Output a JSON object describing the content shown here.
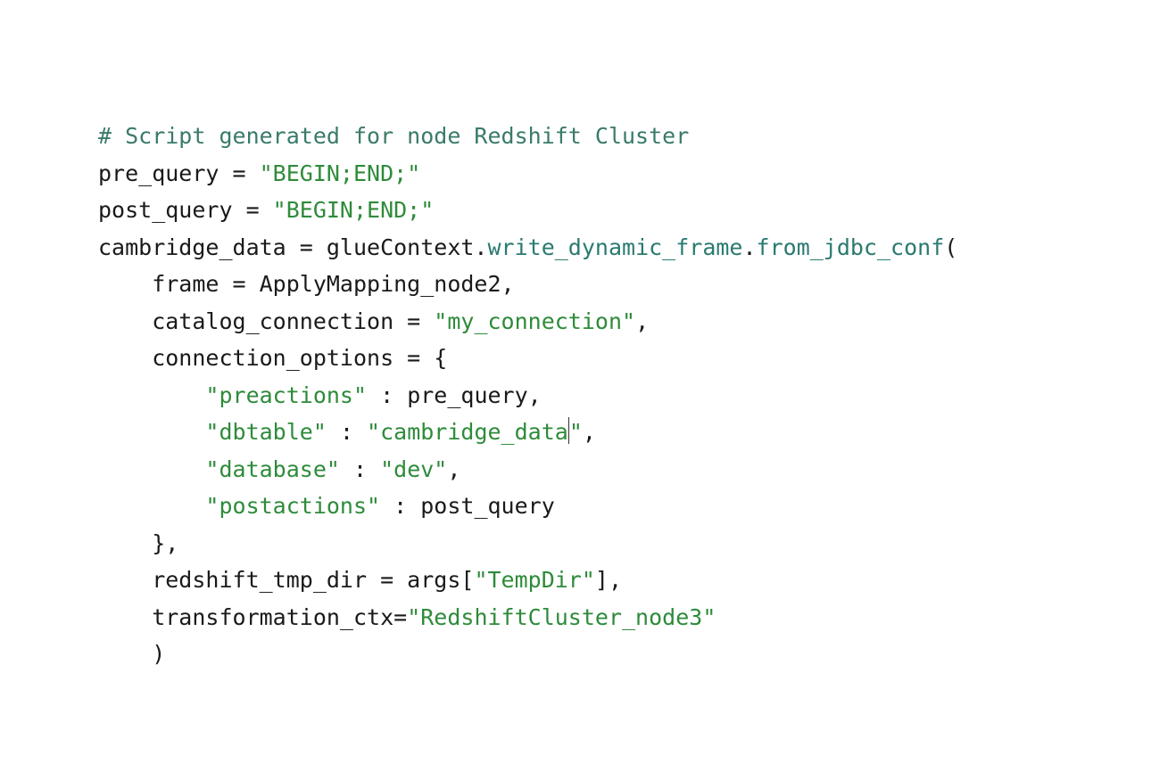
{
  "colors": {
    "comment": "#3a7a6a",
    "string": "#2e8b3a",
    "method": "#2a7a70",
    "text": "#1a1a1a"
  },
  "lines": [
    [
      {
        "t": "comment",
        "v": "# Script generated for node Redshift Cluster"
      }
    ],
    [
      {
        "t": "plain",
        "v": "pre_query = "
      },
      {
        "t": "string",
        "v": "\"BEGIN;END;\""
      }
    ],
    [
      {
        "t": "plain",
        "v": "post_query = "
      },
      {
        "t": "string",
        "v": "\"BEGIN;END;\""
      }
    ],
    [
      {
        "t": "plain",
        "v": "cambridge_data = glueContext."
      },
      {
        "t": "method",
        "v": "write_dynamic_frame"
      },
      {
        "t": "plain",
        "v": "."
      },
      {
        "t": "method",
        "v": "from_jdbc_conf"
      },
      {
        "t": "plain",
        "v": "("
      }
    ],
    [
      {
        "t": "plain",
        "v": "    frame = ApplyMapping_node2,"
      }
    ],
    [
      {
        "t": "plain",
        "v": "    catalog_connection = "
      },
      {
        "t": "string",
        "v": "\"my_connection\""
      },
      {
        "t": "plain",
        "v": ","
      }
    ],
    [
      {
        "t": "plain",
        "v": "    connection_options = {"
      }
    ],
    [
      {
        "t": "plain",
        "v": "        "
      },
      {
        "t": "string",
        "v": "\"preactions\""
      },
      {
        "t": "plain",
        "v": " : pre_query,"
      }
    ],
    [
      {
        "t": "plain",
        "v": "        "
      },
      {
        "t": "string",
        "v": "\"dbtable\""
      },
      {
        "t": "plain",
        "v": " : "
      },
      {
        "t": "string",
        "v": "\"cambridge_data"
      },
      {
        "t": "caret",
        "v": ""
      },
      {
        "t": "string",
        "v": "\""
      },
      {
        "t": "plain",
        "v": ","
      }
    ],
    [
      {
        "t": "plain",
        "v": "        "
      },
      {
        "t": "string",
        "v": "\"database\""
      },
      {
        "t": "plain",
        "v": " : "
      },
      {
        "t": "string",
        "v": "\"dev\""
      },
      {
        "t": "plain",
        "v": ","
      }
    ],
    [
      {
        "t": "plain",
        "v": "        "
      },
      {
        "t": "string",
        "v": "\"postactions\""
      },
      {
        "t": "plain",
        "v": " : post_query"
      }
    ],
    [
      {
        "t": "plain",
        "v": "    },"
      }
    ],
    [
      {
        "t": "plain",
        "v": "    redshift_tmp_dir = args["
      },
      {
        "t": "string",
        "v": "\"TempDir\""
      },
      {
        "t": "plain",
        "v": "],"
      }
    ],
    [
      {
        "t": "plain",
        "v": "    transformation_ctx="
      },
      {
        "t": "string",
        "v": "\"RedshiftCluster_node3\""
      }
    ],
    [
      {
        "t": "plain",
        "v": "    )"
      }
    ]
  ]
}
